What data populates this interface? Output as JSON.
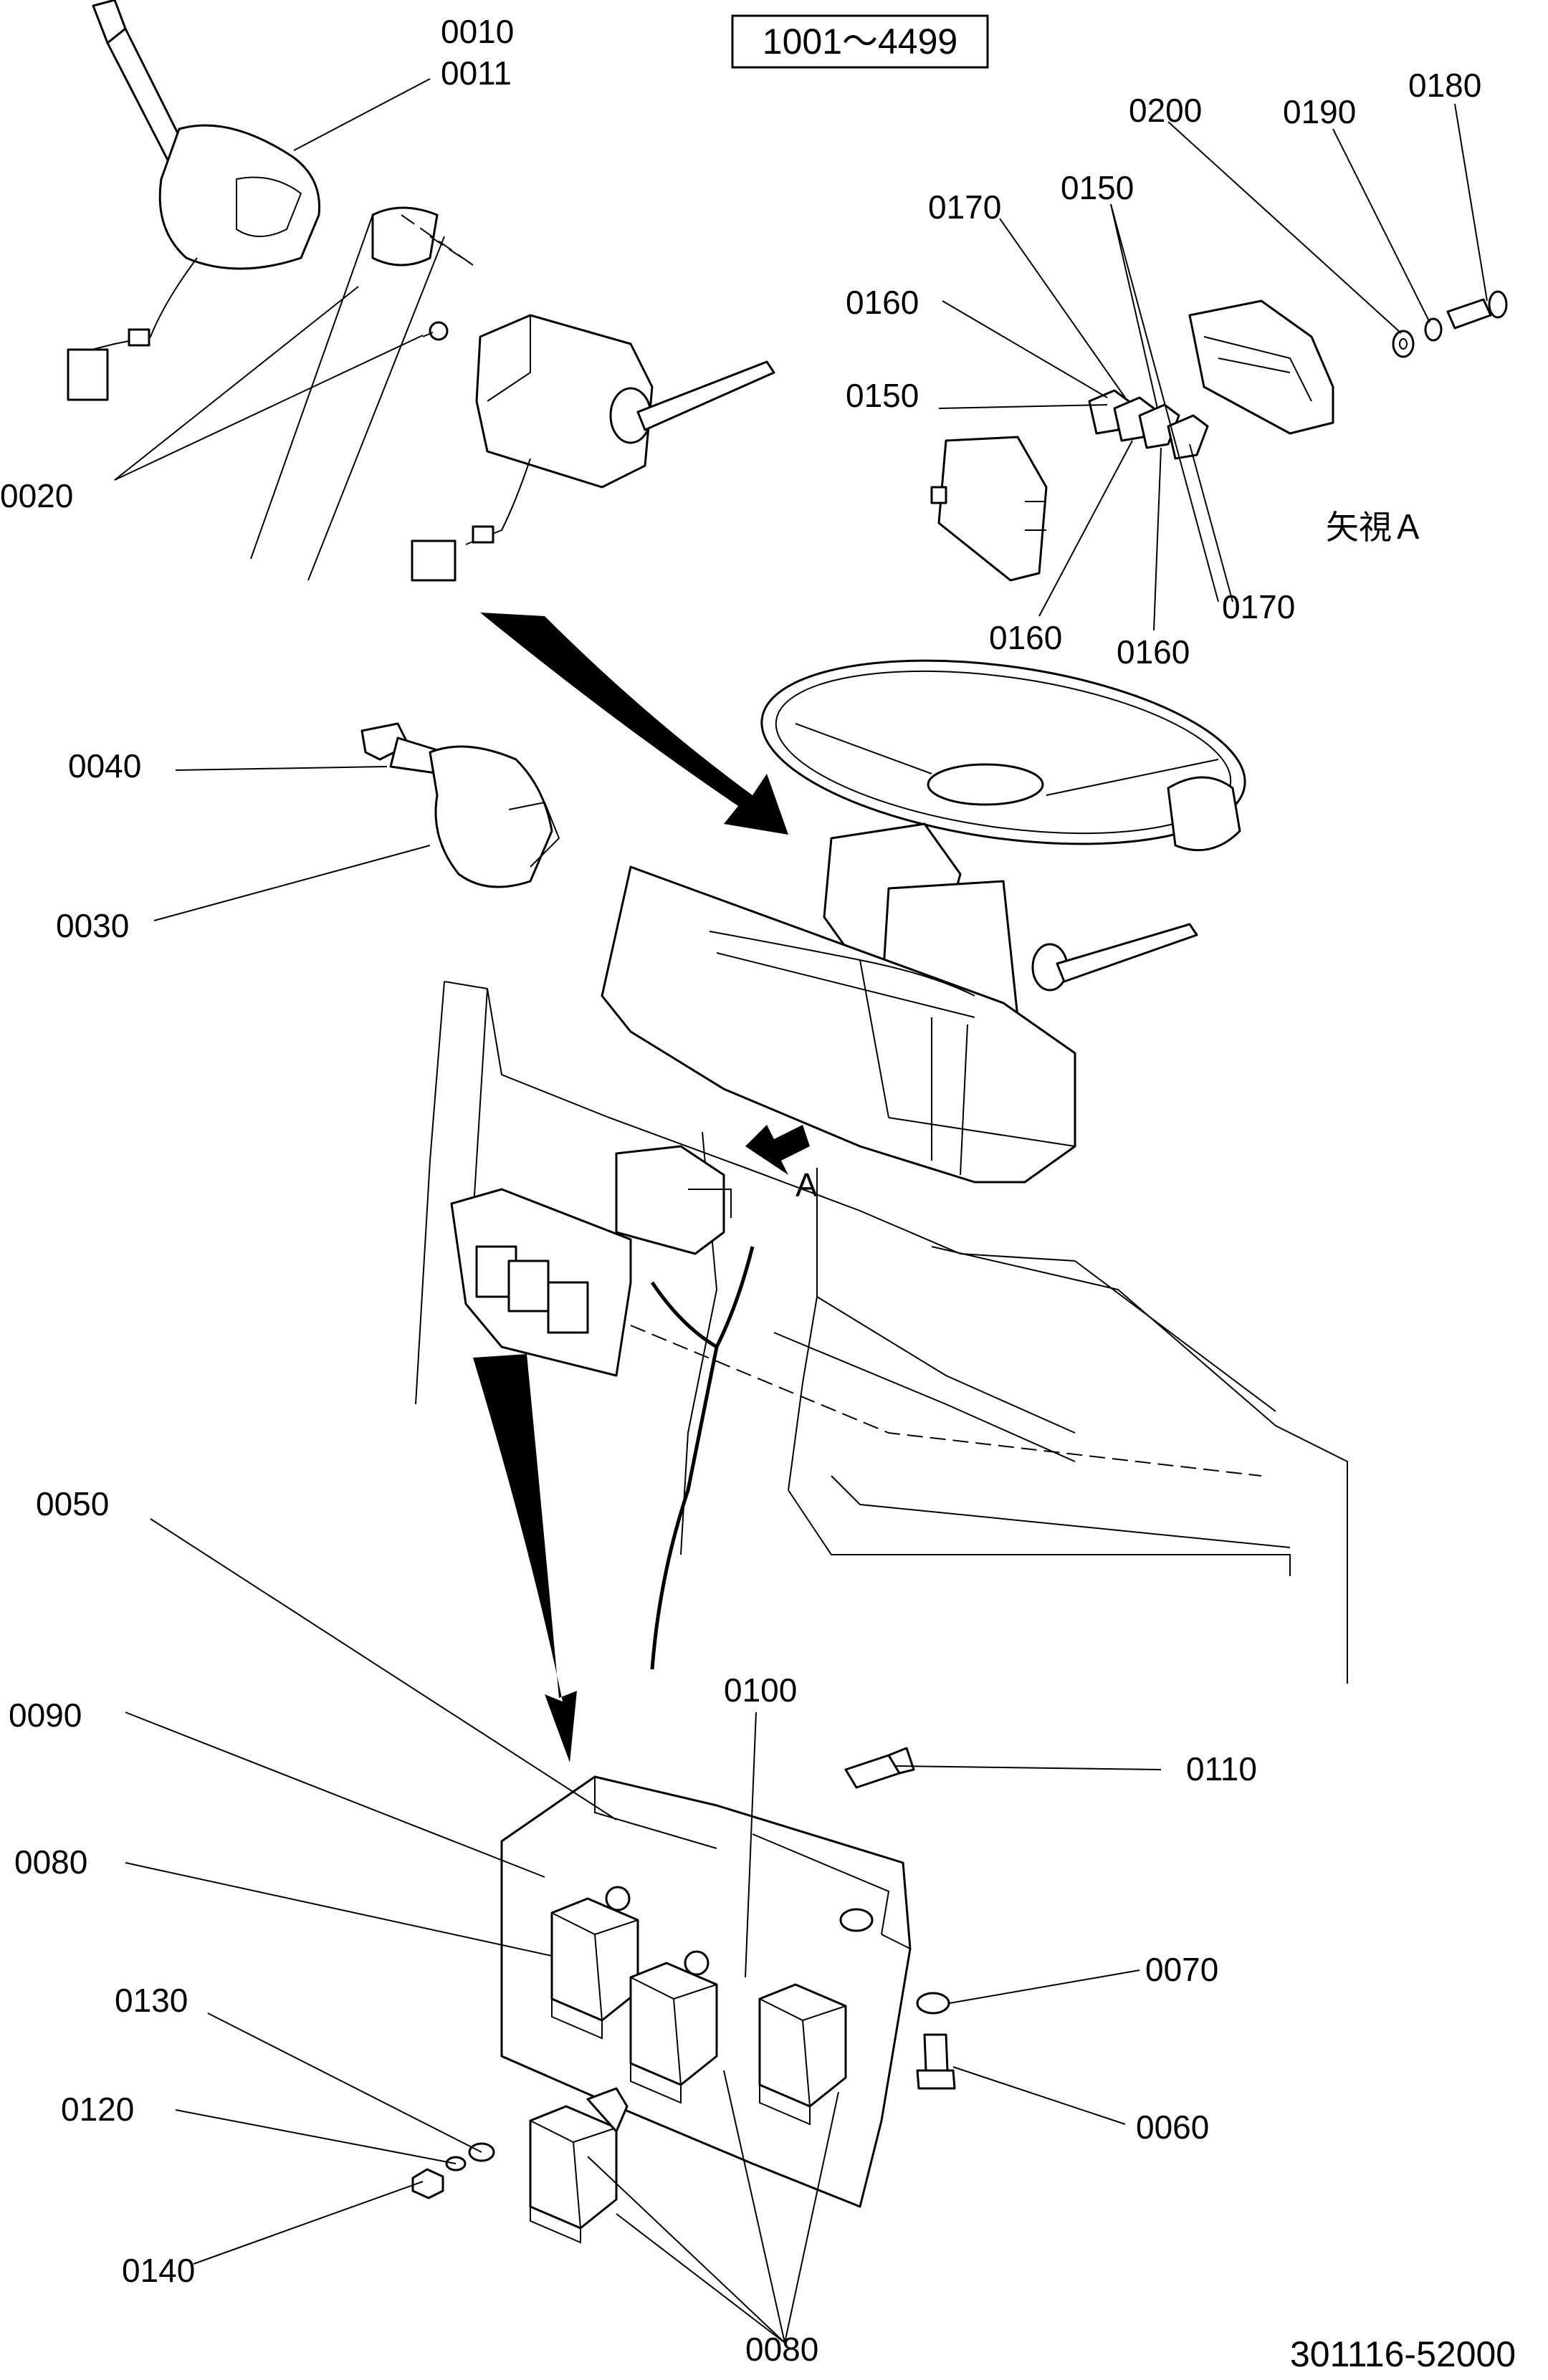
{
  "header": {
    "serial_range": "1001～4499",
    "view_label": "矢視Ａ",
    "arrow_label": "A",
    "drawing_number": "301116-52000"
  },
  "callouts": [
    {
      "id": "c0010",
      "text": "0010"
    },
    {
      "id": "c0011",
      "text": "0011"
    },
    {
      "id": "c0020",
      "text": "0020"
    },
    {
      "id": "c0030",
      "text": "0030"
    },
    {
      "id": "c0040",
      "text": "0040"
    },
    {
      "id": "c0050",
      "text": "0050"
    },
    {
      "id": "c0060",
      "text": "0060"
    },
    {
      "id": "c0070",
      "text": "0070"
    },
    {
      "id": "c0080a",
      "text": "0080"
    },
    {
      "id": "c0080b",
      "text": "0080"
    },
    {
      "id": "c0090",
      "text": "0090"
    },
    {
      "id": "c0100",
      "text": "0100"
    },
    {
      "id": "c0110",
      "text": "0110"
    },
    {
      "id": "c0120",
      "text": "0120"
    },
    {
      "id": "c0130",
      "text": "0130"
    },
    {
      "id": "c0140",
      "text": "0140"
    },
    {
      "id": "c0150a",
      "text": "0150"
    },
    {
      "id": "c0150b",
      "text": "0150"
    },
    {
      "id": "c0160a",
      "text": "0160"
    },
    {
      "id": "c0160b",
      "text": "0160"
    },
    {
      "id": "c0160c",
      "text": "0160"
    },
    {
      "id": "c0170a",
      "text": "0170"
    },
    {
      "id": "c0170b",
      "text": "0170"
    },
    {
      "id": "c0180",
      "text": "0180"
    },
    {
      "id": "c0190",
      "text": "0190"
    },
    {
      "id": "c0200",
      "text": "0200"
    }
  ]
}
